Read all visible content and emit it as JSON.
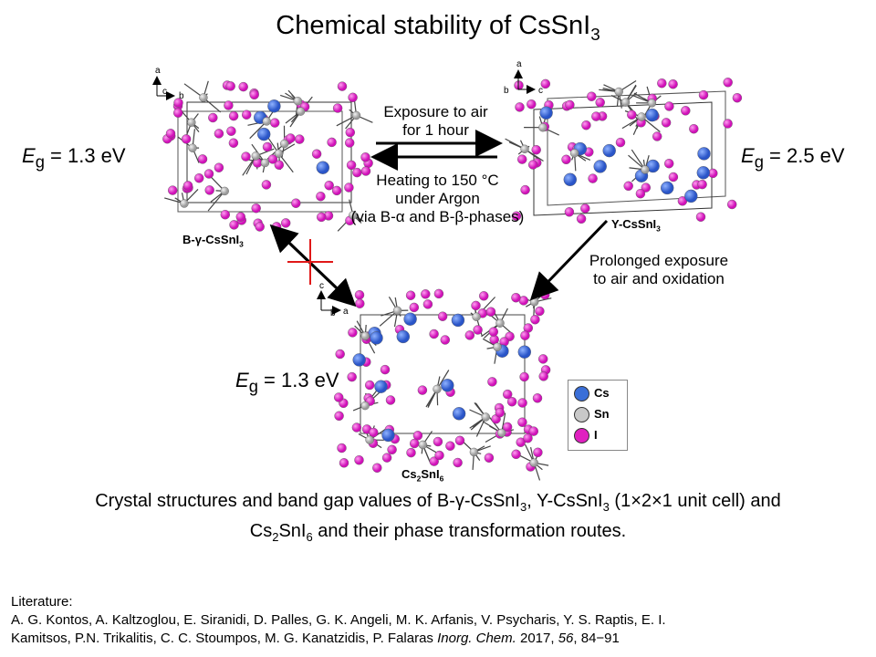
{
  "title": {
    "main": "Chemical stability of CsSnI",
    "sub": "3"
  },
  "band_gaps": {
    "left": {
      "symbol": "E",
      "sub": "g",
      "value": "= 1.3 eV"
    },
    "right": {
      "symbol": "E",
      "sub": "g",
      "value": "= 2.5 eV"
    },
    "bottom": {
      "symbol": "E",
      "sub": "g",
      "value": "= 1.3 eV"
    }
  },
  "arrows": {
    "forward": [
      "Exposure to air",
      "for 1 hour"
    ],
    "backward": [
      "Heating to 150 °C",
      "under Argon",
      "(via B-α and B-β-phases)"
    ],
    "oxidation": [
      "Prolonged exposure",
      "to air and oxidation"
    ]
  },
  "structures": {
    "left": {
      "name": "B-γ-CsSnI",
      "sub": "3"
    },
    "right": {
      "name": "Y-CsSnI",
      "sub": "3"
    },
    "bottom": {
      "name": "Cs",
      "sub1": "2",
      "mid": "SnI",
      "sub2": "6"
    }
  },
  "axes_labels": {
    "a": "a",
    "b": "b",
    "c": "c"
  },
  "legend": [
    {
      "label": "Cs",
      "color": "#3a6fd8"
    },
    {
      "label": "Sn",
      "color": "#c8c8c8"
    },
    {
      "label": "I",
      "color": "#e020c0"
    }
  ],
  "caption": {
    "line1_a": "Crystal structures and band gap values of B-γ-CsSnI",
    "line1_b": "3",
    "line1_c": ", Y-CsSnI",
    "line1_d": "3",
    "line1_e": " (1×2×1 unit cell) and",
    "line2_a": "Cs",
    "line2_b": "2",
    "line2_c": "SnI",
    "line2_d": "6",
    "line2_e": " and their phase transformation routes."
  },
  "literature": {
    "heading": "Literature:",
    "line1": "A. G. Kontos, A. Kaltzoglou, E. Siranidi, D. Palles, G. K. Angeli, M. K. Arfanis, V. Psycharis, Y. S. Raptis, E. I.",
    "line2_a": "Kamitsos, P.N. Trikalitis, C. C. Stoumpos, M. G. Kanatzidis, P. Falaras ",
    "journal": "Inorg. Chem.",
    "year": " 2017, ",
    "volume": "56",
    "pages": ", 84−91"
  }
}
